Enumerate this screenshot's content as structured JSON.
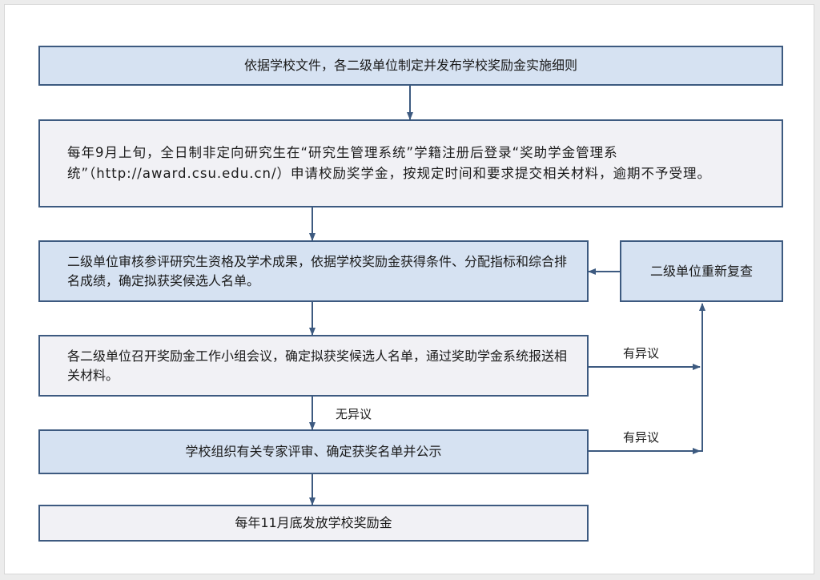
{
  "steps": {
    "s1": "依据学校文件，各二级单位制定并发布学校奖励金实施细则",
    "s2": "每年9月上旬，全日制非定向研究生在“研究生管理系统”学籍注册后登录“奖助学金管理系统”（http://award.csu.edu.cn/）申请校励奖学金，按规定时间和要求提交相关材料，逾期不予受理。",
    "s3": "二级单位审核参评研究生资格及学术成果，依据学校奖励金获得条件、分配指标和综合排名成绩，确定拟获奖候选人名单。",
    "s4": "各二级单位召开奖励金工作小组会议，确定拟获奖候选人名单，通过奖助学金系统报送相关材料。",
    "s5": "学校组织有关专家评审、确定获奖名单并公示",
    "s6": "每年11月底发放学校奖励金",
    "review": "二级单位重新复查"
  },
  "labels": {
    "objection_1": "有异议",
    "objection_2": "有异议",
    "no_objection": "无异议"
  },
  "colors": {
    "box_border": "#3d5a80",
    "box_fill_blue": "#d6e2f2",
    "box_fill_gray": "#f1f1f5",
    "arrow": "#3d5a80"
  }
}
